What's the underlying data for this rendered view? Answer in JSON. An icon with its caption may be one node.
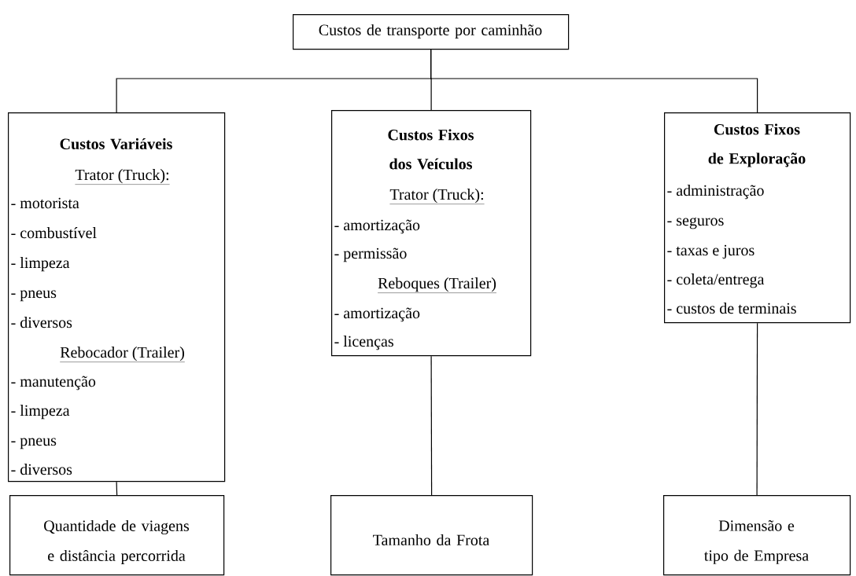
{
  "diagram": {
    "nodes": [
      {
        "text": [
          "Custos de transporte por caminhão"
        ]
      },
      {
        "text": [
          "Custos Variáveis",
          "Trator (Truck):",
          "- motorista",
          "- combustível",
          "- limpeza",
          "- pneus",
          "- diversos",
          "Rebocador (Trailer)",
          "- manutenção",
          "- limpeza",
          "- pneus",
          "- diversos"
        ]
      },
      {
        "text": [
          "Custos Fixos dos Veículos",
          "Trator (Truck):",
          "- amortização",
          "- permissão",
          "Reboques (Trailer)",
          "- amortização",
          "- licenças"
        ]
      },
      {
        "text": [
          "Custos Fixos de Exploração",
          "- administração",
          "- seguros",
          "- taxas e juros",
          "- coleta/entrega",
          "- custos de terminais"
        ]
      },
      {
        "text": [
          "Quantidade de viagens e distância percorrida"
        ]
      },
      {
        "text": [
          "Tamanho da Frota"
        ]
      },
      {
        "text": [
          "Dimensão e tipo de Empresa"
        ]
      }
    ],
    "edges": [
      {
        "from": 0,
        "to": 1,
        "arrow": "none"
      },
      {
        "from": 0,
        "to": 2,
        "arrow": "none"
      },
      {
        "from": 0,
        "to": 3,
        "arrow": "none"
      },
      {
        "from": 1,
        "to": 4,
        "arrow": "none"
      },
      {
        "from": 2,
        "to": 5,
        "arrow": "none"
      },
      {
        "from": 3,
        "to": 6,
        "arrow": "none"
      }
    ]
  }
}
